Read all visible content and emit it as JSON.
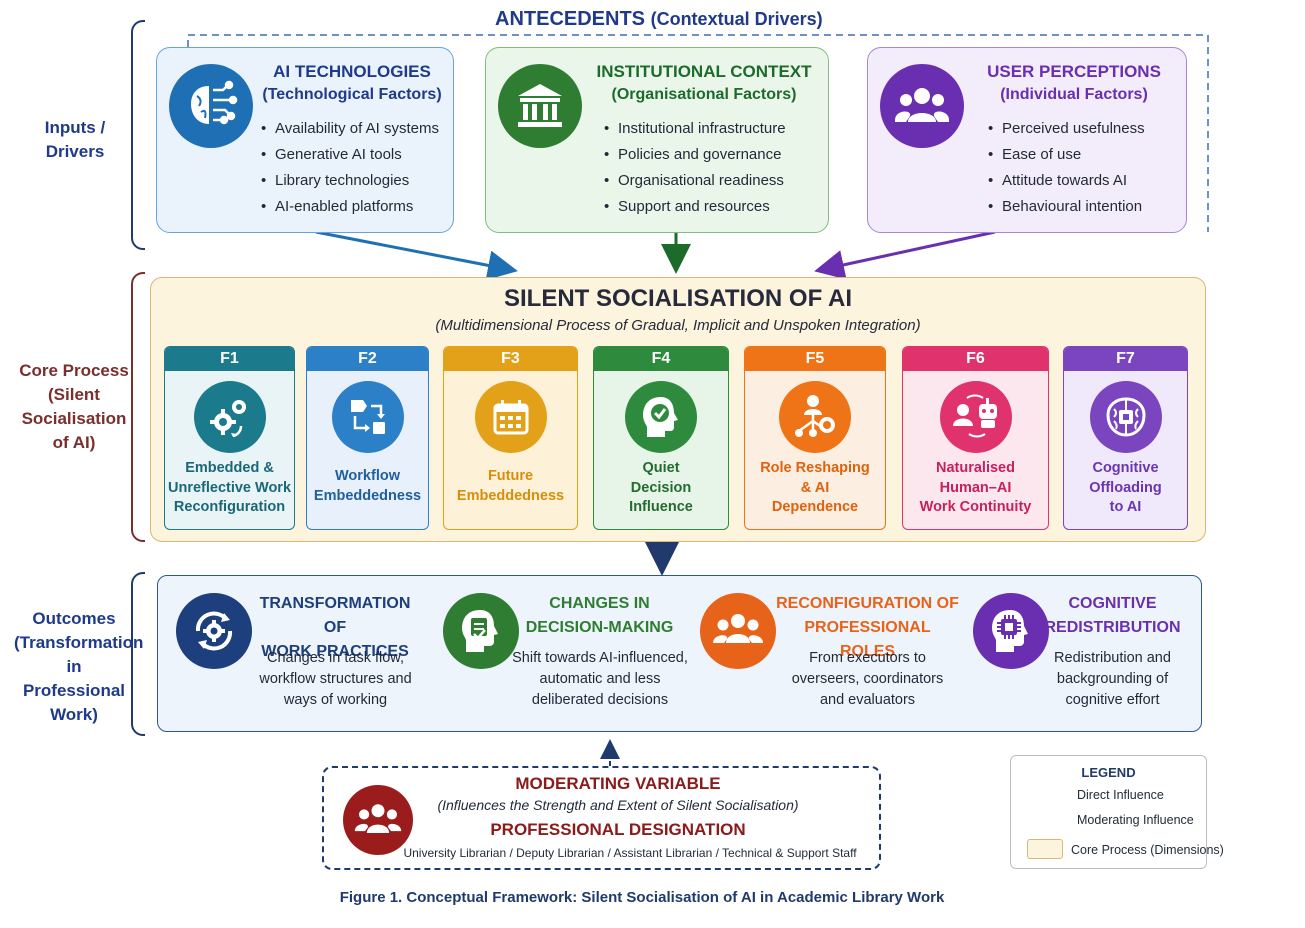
{
  "side_labels": {
    "inputs": "Inputs /\nDrivers",
    "core": "Core Process\n(Silent\nSocialisation\nof AI)",
    "outcomes": "Outcomes\n(Transformation\nin Professional\nWork)"
  },
  "antecedents": {
    "title": "ANTECEDENTS",
    "subtitle": "(Contextual Drivers)",
    "boxes": [
      {
        "title": "AI TECHNOLOGIES",
        "subtitle": "(Technological Factors)",
        "icon": "brain-circuit-icon",
        "items": [
          "Availability of AI systems",
          "Generative AI tools",
          "Library technologies",
          "AI-enabled platforms"
        ]
      },
      {
        "title": "INSTITUTIONAL CONTEXT",
        "subtitle": "(Organisational Factors)",
        "icon": "institution-building-icon",
        "items": [
          "Institutional infrastructure",
          "Policies and governance",
          "Organisational readiness",
          "Support and resources"
        ]
      },
      {
        "title": "USER PERCEPTIONS",
        "subtitle": "(Individual Factors)",
        "icon": "user-group-icon",
        "items": [
          "Perceived usefulness",
          "Ease of use",
          "Attitude towards AI",
          "Behavioural intention"
        ]
      }
    ]
  },
  "core": {
    "title": "SILENT SOCIALISATION OF AI",
    "subtitle": "(Multidimensional Process of Gradual, Implicit and Unspoken Integration)",
    "factors": [
      {
        "code": "F1",
        "label": "Embedded &\nUnreflective Work\nReconfiguration",
        "color": "#1b7a8c",
        "icon": "gears-icon"
      },
      {
        "code": "F2",
        "label": "Workflow\nEmbeddedness",
        "color": "#2b80c8",
        "icon": "workflow-icon"
      },
      {
        "code": "F3",
        "label": "Future\nEmbeddedness",
        "color": "#e3a019",
        "icon": "calendar-icon"
      },
      {
        "code": "F4",
        "label": "Quiet\nDecision\nInfluence",
        "color": "#2e8b3e",
        "icon": "head-check-icon"
      },
      {
        "code": "F5",
        "label": "Role Reshaping\n& AI\nDependence",
        "color": "#ef7417",
        "icon": "role-network-icon"
      },
      {
        "code": "F6",
        "label": "Naturalised\nHuman–AI\nWork Continuity",
        "color": "#e0336e",
        "icon": "human-robot-icon"
      },
      {
        "code": "F7",
        "label": "Cognitive\nOffloading\nto AI",
        "color": "#7a45bf",
        "icon": "brain-chip-icon"
      }
    ]
  },
  "outcomes": [
    {
      "title": "TRANSFORMATION OF\nWORK PRACTICES",
      "text": "Changes in task flow,\nworkflow structures and\nways of working",
      "color": "#1d3f7d",
      "icon": "cycle-gear-icon"
    },
    {
      "title": "CHANGES IN\nDECISION-MAKING",
      "text": "Shift towards AI-influenced,\nautomatic and less\ndeliberated decisions",
      "color": "#2e7d32",
      "icon": "head-check-icon"
    },
    {
      "title": "RECONFIGURATION OF\nPROFESSIONAL ROLES",
      "text": "From executors to\noverseers, coordinators\nand evaluators",
      "color": "#e8631a",
      "icon": "team-icon"
    },
    {
      "title": "COGNITIVE\nREDISTRIBUTION",
      "text": "Redistribution and\nbackgrounding of\ncognitive effort",
      "color": "#6a2fb0",
      "icon": "head-chip-icon"
    }
  ],
  "moderating": {
    "title": "MODERATING VARIABLE",
    "subtitle": "(Influences the Strength and Extent of Silent Socialisation)",
    "variable": "PROFESSIONAL DESIGNATION",
    "staff": "University Librarian / Deputy Librarian / Assistant Librarian / Technical & Support Staff",
    "icon": "group-icon"
  },
  "legend": {
    "title": "LEGEND",
    "direct": "Direct Influence",
    "moderating": "Moderating Influence",
    "core": "Core Process (Dimensions)"
  },
  "caption": "Figure 1. Conceptual Framework:  Silent Socialisation of AI in Academic Library Work",
  "colors": {
    "navy": "#1f3a6b",
    "blue_box": "#eaf3fc",
    "green_box": "#eaf6ea",
    "purple_box": "#f3ecfb",
    "core_fill": "#fdf4de"
  }
}
